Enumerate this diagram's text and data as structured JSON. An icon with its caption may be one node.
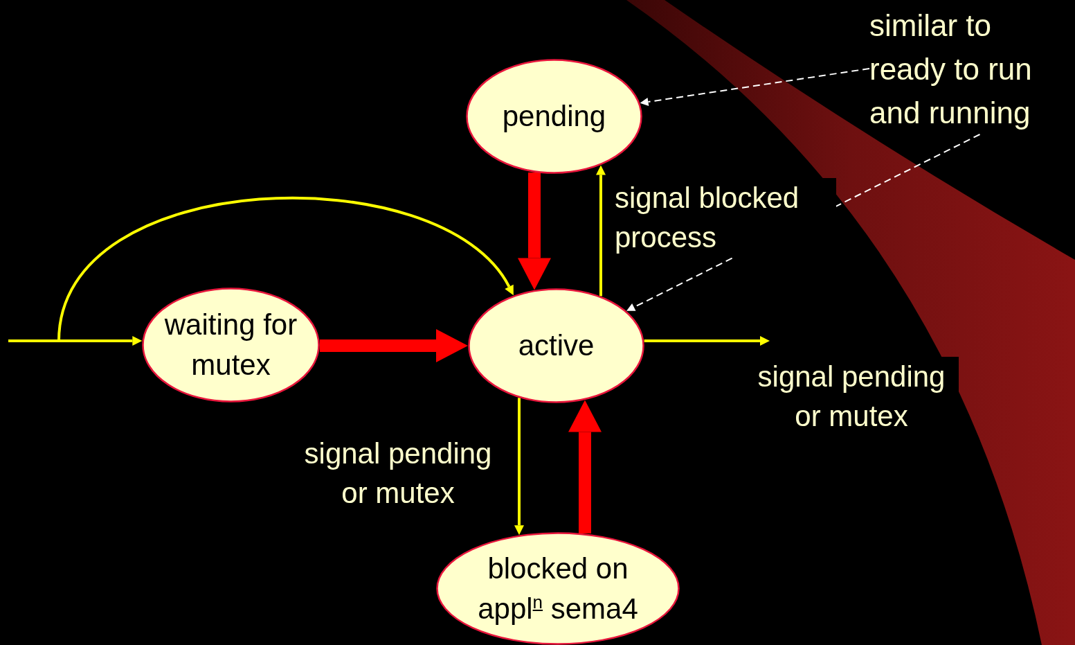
{
  "diagram": {
    "nodes": [
      {
        "text": [
          "pending"
        ]
      },
      {
        "text": [
          "waiting for mutex"
        ]
      },
      {
        "text": [
          "active"
        ]
      },
      {
        "text": [
          "blocked on appl$^{n}$ sema4"
        ]
      },
      {
        "text": [
          "similar to ready to run and running"
        ]
      }
    ],
    "edges": [
      {
        "from": 0,
        "to": 2,
        "arrow": "to",
        "style": "thick",
        "color": "#ff0000"
      },
      {
        "from": 2,
        "to": 0,
        "arrow": "to",
        "label": "signal blocked process"
      },
      {
        "from": null,
        "to": 1,
        "arrow": "to"
      },
      {
        "from": null,
        "to": 2,
        "arrow": "to"
      },
      {
        "from": 1,
        "to": 2,
        "arrow": "to",
        "style": "thick",
        "color": "#ff0000"
      },
      {
        "from": 2,
        "to": null,
        "arrow": "to",
        "label": "signal pending or mutex"
      },
      {
        "from": 2,
        "to": 3,
        "arrow": "to",
        "label": "signal pending or mutex"
      },
      {
        "from": 3,
        "to": 2,
        "arrow": "to",
        "style": "thick",
        "color": "#ff0000"
      },
      {
        "from": 4,
        "to": 0,
        "arrow": "to",
        "style": "dashed",
        "color": "#ffffff"
      },
      {
        "from": 4,
        "to": 2,
        "arrow": "to",
        "style": "dashed",
        "color": "#ffffff"
      }
    ]
  }
}
